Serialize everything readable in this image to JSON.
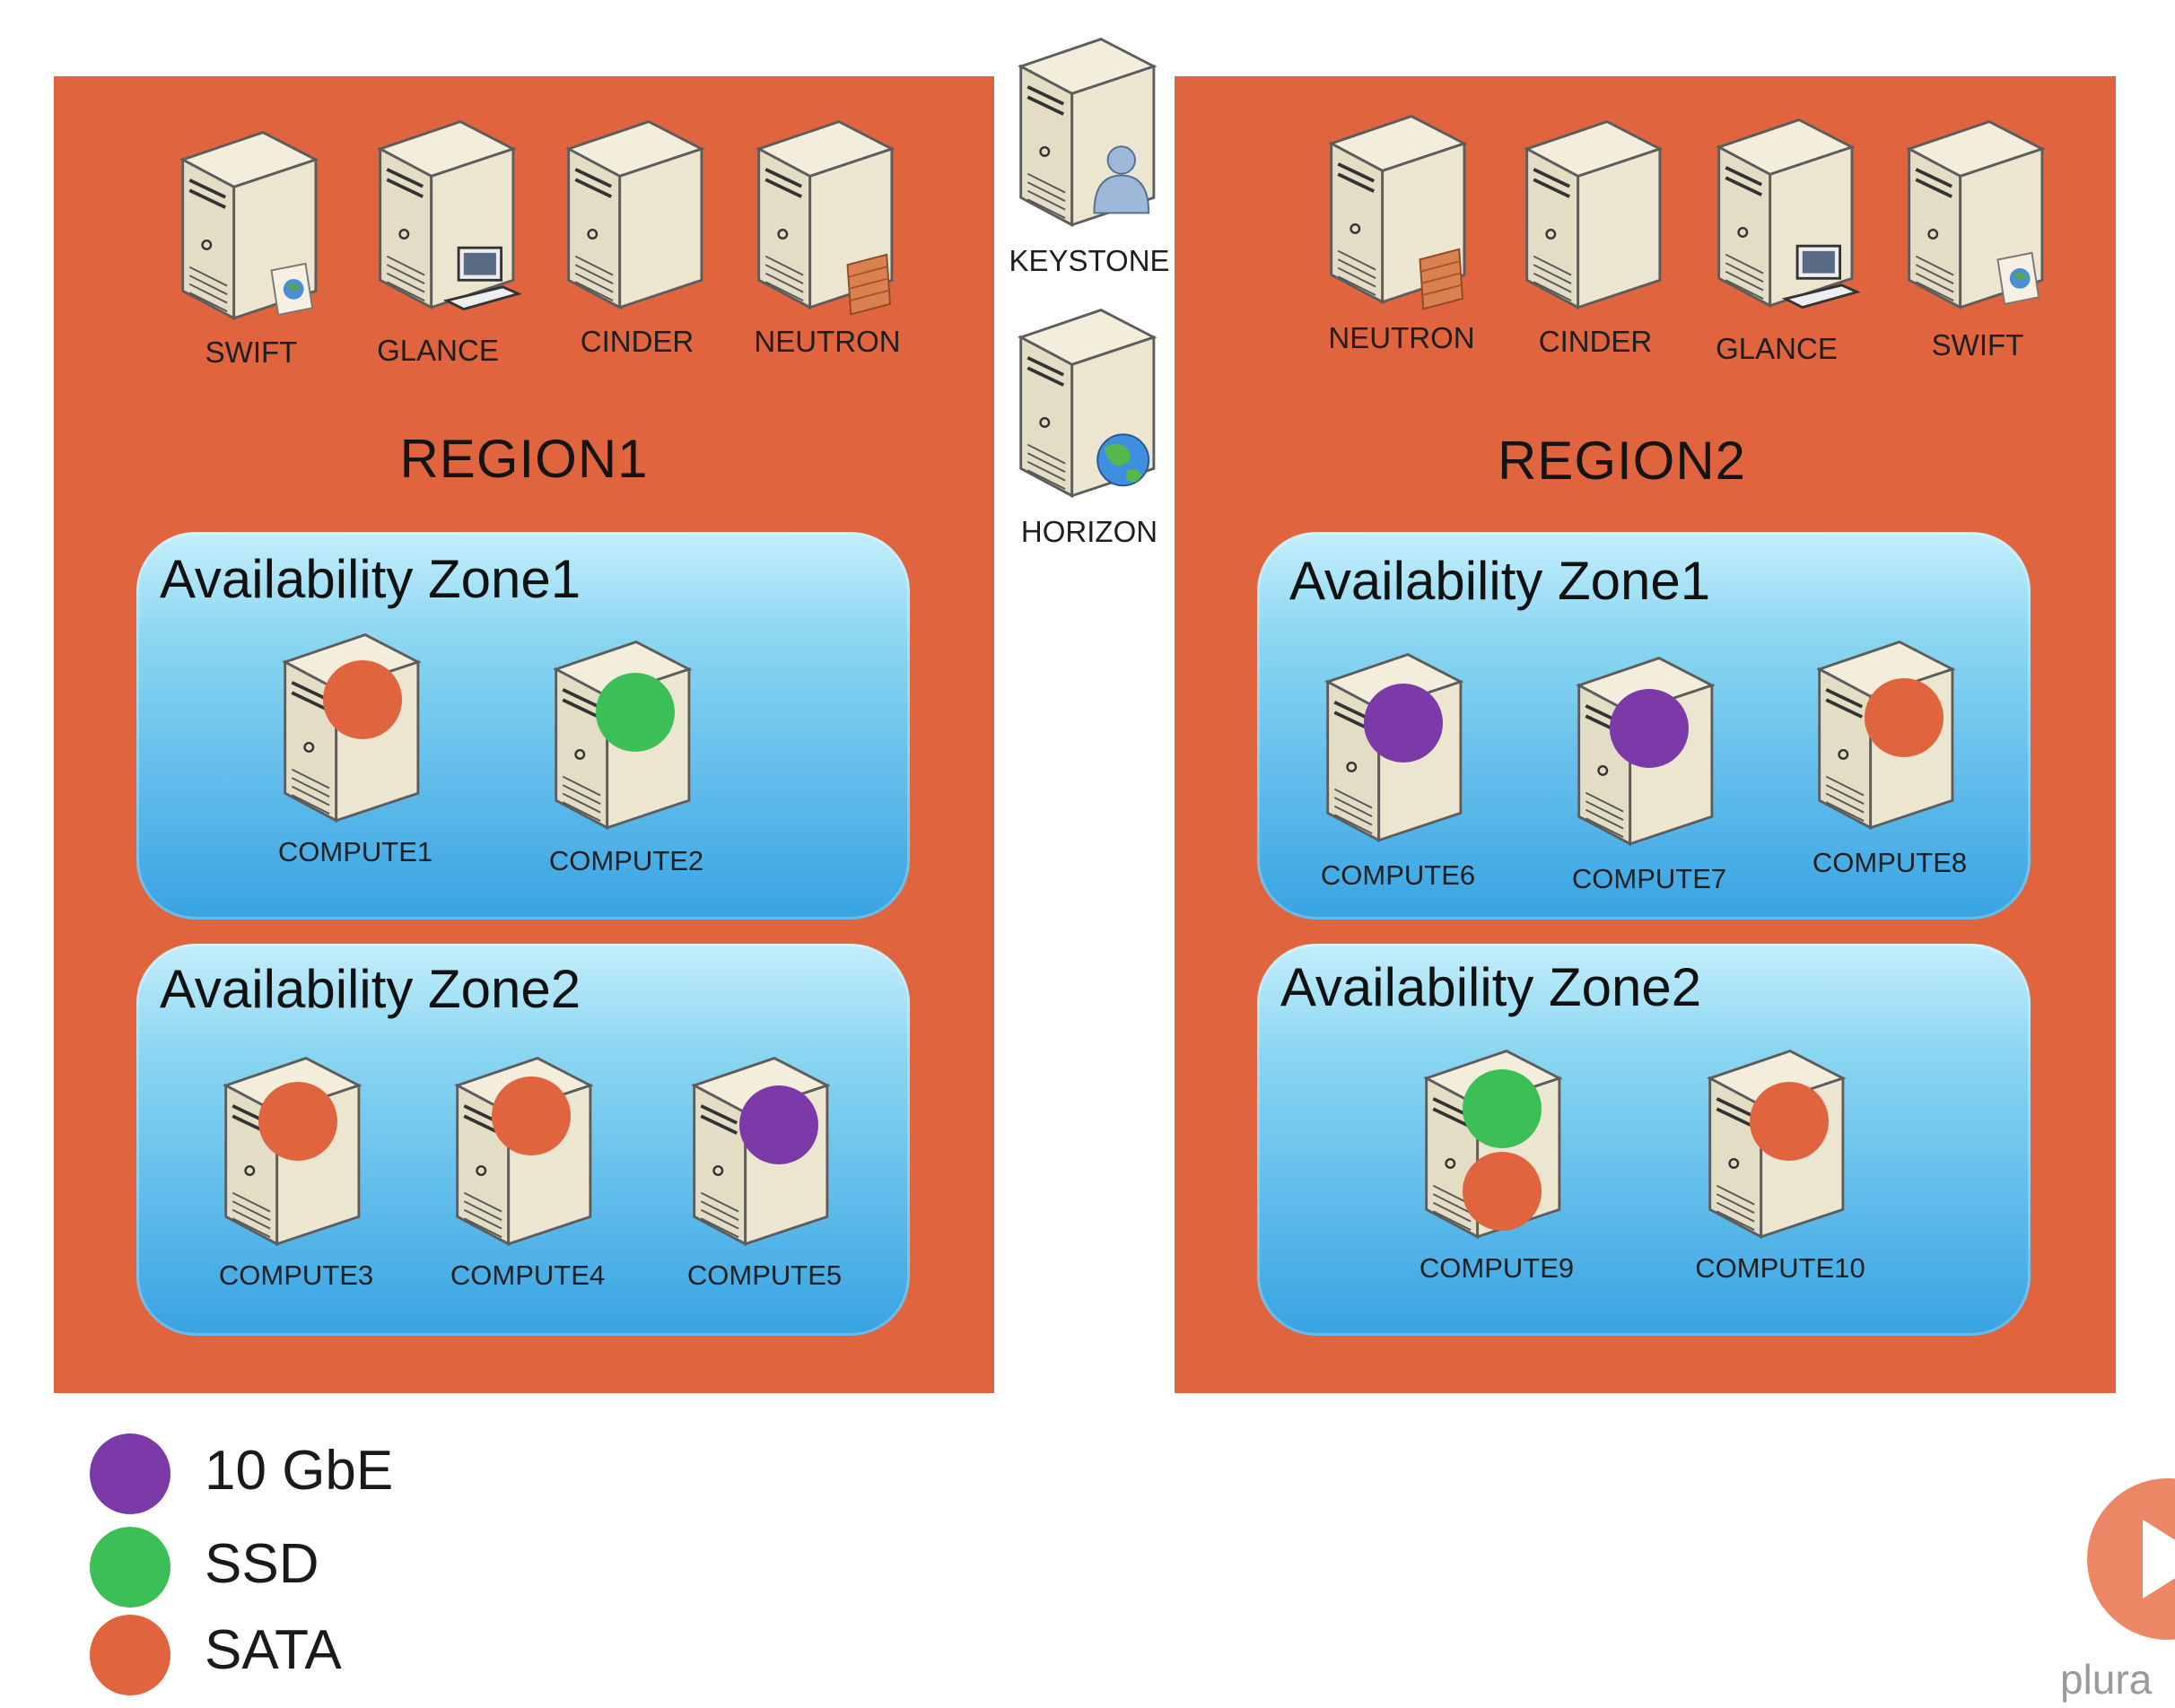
{
  "regions": [
    {
      "title": "REGION1",
      "services": [
        {
          "label": "SWIFT",
          "badge": "document-globe"
        },
        {
          "label": "GLANCE",
          "badge": "computer"
        },
        {
          "label": "CINDER",
          "badge": "none"
        },
        {
          "label": "NEUTRON",
          "badge": "firewall"
        }
      ],
      "zones": [
        {
          "title": "Availability Zone1",
          "computes": [
            {
              "label": "COMPUTE1",
              "features": [
                "SATA"
              ]
            },
            {
              "label": "COMPUTE2",
              "features": [
                "SSD"
              ]
            }
          ]
        },
        {
          "title": "Availability Zone2",
          "computes": [
            {
              "label": "COMPUTE3",
              "features": [
                "SATA"
              ]
            },
            {
              "label": "COMPUTE4",
              "features": [
                "SATA"
              ]
            },
            {
              "label": "COMPUTE5",
              "features": [
                "10 GbE"
              ]
            }
          ]
        }
      ]
    },
    {
      "title": "REGION2",
      "services": [
        {
          "label": "NEUTRON",
          "badge": "firewall"
        },
        {
          "label": "CINDER",
          "badge": "none"
        },
        {
          "label": "GLANCE",
          "badge": "computer"
        },
        {
          "label": "SWIFT",
          "badge": "document-globe"
        }
      ],
      "zones": [
        {
          "title": "Availability Zone1",
          "computes": [
            {
              "label": "COMPUTE6",
              "features": [
                "10 GbE"
              ]
            },
            {
              "label": "COMPUTE7",
              "features": [
                "10 GbE"
              ]
            },
            {
              "label": "COMPUTE8",
              "features": [
                "SATA"
              ]
            }
          ]
        },
        {
          "title": "Availability Zone2",
          "computes": [
            {
              "label": "COMPUTE9",
              "features": [
                "SSD",
                "SATA"
              ]
            },
            {
              "label": "COMPUTE10",
              "features": [
                "SATA"
              ]
            }
          ]
        }
      ]
    }
  ],
  "shared_services": [
    {
      "label": "KEYSTONE",
      "badge": "user"
    },
    {
      "label": "HORIZON",
      "badge": "globe"
    }
  ],
  "legend": [
    {
      "label": "10 GbE",
      "color": "#7b3aa8"
    },
    {
      "label": "SSD",
      "color": "#3dbf57"
    },
    {
      "label": "SATA",
      "color": "#e0653e"
    }
  ],
  "colors": {
    "region_background": "#e0653e",
    "zone_top": "#c4eefb",
    "zone_bottom": "#38a3e3"
  },
  "watermark": {
    "text": "plura",
    "icon": "play-icon"
  }
}
